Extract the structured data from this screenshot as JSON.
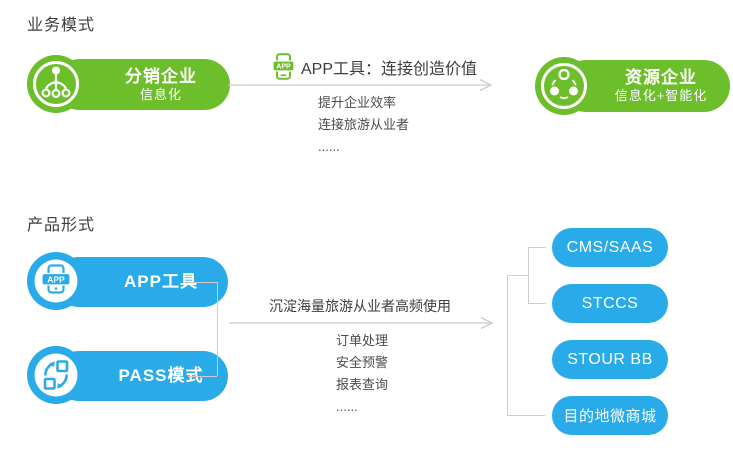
{
  "colors": {
    "green": "#6dbe2b",
    "blue": "#29abe9",
    "connector": "#cdcdcd",
    "heading_text": "#3d3d3d",
    "body_text": "#4c4c4c"
  },
  "icons": {
    "distribution_node": "org-tree-icon",
    "resource_node": "network-nodes-icon",
    "app_tool_node": "app-phone-icon",
    "pass_node": "swap-squares-icon",
    "flow_label": "app-phone-badge-icon",
    "app_badge_text": "APP"
  },
  "business_model": {
    "heading": "业务模式",
    "left_node": {
      "title": "分销企业",
      "subtitle": "信息化"
    },
    "flow": {
      "title": "APP工具：连接创造价值",
      "points": [
        "提升企业效率",
        "连接旅游从业者",
        "......"
      ]
    },
    "right_node": {
      "title": "资源企业",
      "subtitle": "信息化+智能化"
    }
  },
  "product_form": {
    "heading": "产品形式",
    "nodes": [
      {
        "label": "APP工具"
      },
      {
        "label": "PASS模式"
      }
    ],
    "flow": {
      "title": "沉淀海量旅游从业者高频使用",
      "points": [
        "订单处理",
        "安全预警",
        "报表查询",
        "......"
      ]
    },
    "outputs": [
      "CMS/SAAS",
      "STCCS",
      "STOUR BB",
      "目的地微商城"
    ]
  }
}
